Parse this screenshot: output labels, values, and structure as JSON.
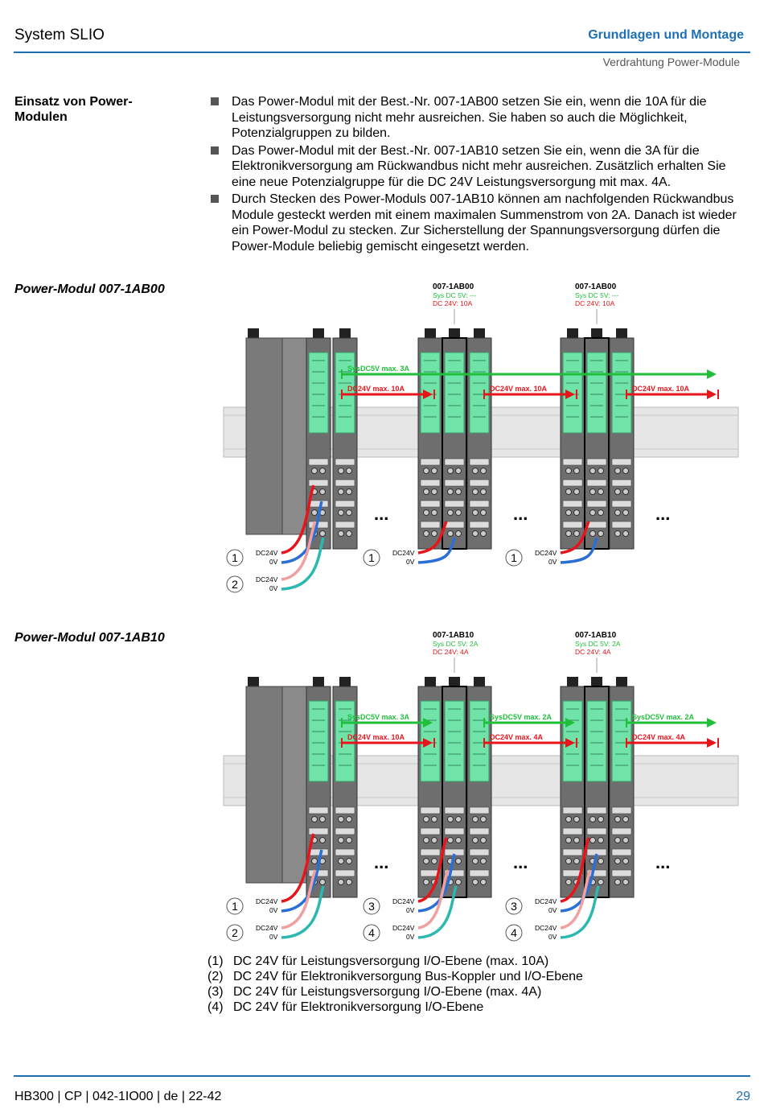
{
  "header": {
    "product": "System SLIO",
    "chapter": "Grundlagen und Montage",
    "subchapter": "Verdrahtung Power-Module"
  },
  "intro": {
    "heading": "Einsatz von Power-Modulen",
    "bullets": [
      "Das Power-Modul mit der Best.-Nr. 007-1AB00 setzen Sie ein, wenn die 10A für die Leistungsversorgung nicht mehr ausreichen. Sie haben so auch die Möglichkeit, Potenzialgruppen zu bilden.",
      "Das Power-Modul mit der Best.-Nr. 007-1AB10 setzen Sie ein, wenn die 3A für die Elektronikversorgung am Rückwandbus nicht mehr ausreichen. Zusätzlich erhalten Sie eine neue Potenzialgruppe für die DC 24V Leistungsversorgung mit max. 4A.",
      "Durch Stecken des Power-Moduls 007-1AB10 können am nachfolgenden Rückwandbus Module gesteckt werden mit einem maximalen Summenstrom von 2A. Danach ist wieder ein Power-Modul zu stecken. Zur Sicherstellung der Spannungsversorgung dürfen die Power-Module beliebig gemischt eingesetzt werden."
    ]
  },
  "section1": {
    "title": "Power-Modul 007-1AB00",
    "modules": [
      {
        "name": "007-1AB00",
        "sys": "Sys DC 5V: ---",
        "dc": "DC 24V: 10A"
      },
      {
        "name": "007-1AB00",
        "sys": "Sys DC 5V: ---",
        "dc": "DC 24V: 10A"
      }
    ],
    "green_arrows": [
      "SysDC5V max. 3A"
    ],
    "red_arrows": [
      "DC24V max. 10A",
      "DC24V max. 10A",
      "DC24V max. 10A"
    ],
    "connectors": [
      {
        "num": "1",
        "l1": "DC24V",
        "l2": "0V"
      },
      {
        "num": "2",
        "l1": "DC24V",
        "l2": "0V"
      },
      {
        "num": "1",
        "l1": "DC24V",
        "l2": "0V"
      },
      {
        "num": "1",
        "l1": "DC24V",
        "l2": "0V"
      }
    ],
    "ellipsis": "..."
  },
  "section2": {
    "title": "Power-Modul 007-1AB10",
    "modules": [
      {
        "name": "007-1AB10",
        "sys": "Sys DC 5V: 2A",
        "dc": "DC 24V: 4A"
      },
      {
        "name": "007-1AB10",
        "sys": "Sys DC 5V: 2A",
        "dc": "DC 24V: 4A"
      }
    ],
    "green_arrows": [
      "SysDC5V max. 3A",
      "SysDC5V max. 2A",
      "SysDC5V max. 2A"
    ],
    "red_arrows": [
      "DC24V max. 10A",
      "DC24V max. 4A",
      "DC24V max. 4A"
    ],
    "connectors": [
      {
        "num": "1",
        "l1": "DC24V",
        "l2": "0V"
      },
      {
        "num": "2",
        "l1": "DC24V",
        "l2": "0V"
      },
      {
        "num": "3",
        "l1": "DC24V",
        "l2": "0V"
      },
      {
        "num": "4",
        "l1": "DC24V",
        "l2": "0V"
      },
      {
        "num": "3",
        "l1": "DC24V",
        "l2": "0V"
      },
      {
        "num": "4",
        "l1": "DC24V",
        "l2": "0V"
      }
    ],
    "ellipsis": "..."
  },
  "legend": [
    {
      "num": "(1)",
      "text": "DC 24V für Leistungsversorgung I/O-Ebene (max. 10A)"
    },
    {
      "num": "(2)",
      "text": "DC 24V für Elektronikversorgung Bus-Koppler und I/O-Ebene"
    },
    {
      "num": "(3)",
      "text": "DC 24V für Leistungsversorgung I/O-Ebene (max. 4A)"
    },
    {
      "num": "(4)",
      "text": "DC 24V für Elektronikversorgung I/O-Ebene"
    }
  ],
  "footer": {
    "doc": "HB300 | CP | 042-1IO00 | de | 22-42",
    "page": "29"
  },
  "colors": {
    "accent": "#1f6fb4",
    "green": "#1fbf3a",
    "red": "#e8141b",
    "module_green": "#6fe3a8",
    "wire_blue": "#2a6fd6",
    "wire_pink": "#f0a0a0",
    "wire_teal": "#2ab8b0"
  }
}
